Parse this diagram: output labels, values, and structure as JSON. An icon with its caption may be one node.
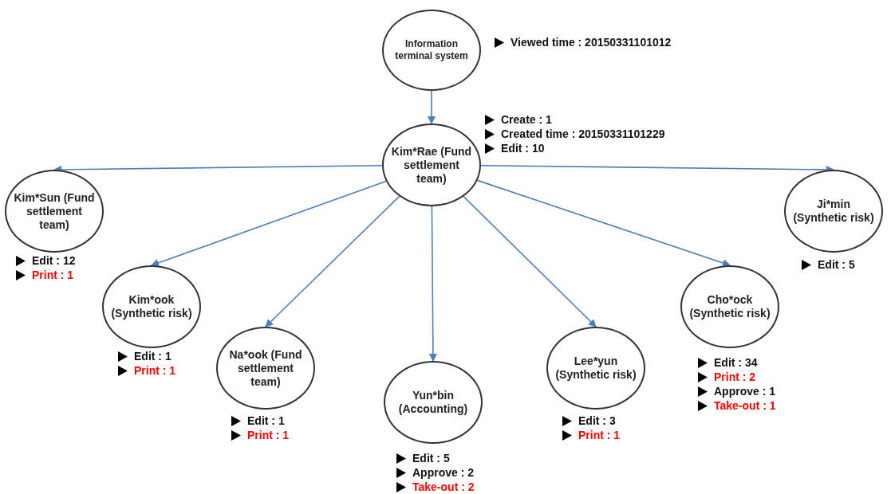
{
  "diagram": {
    "nodes": [
      {
        "text": [
          "Information terminal system"
        ],
        "beside": [
          "Viewed time : 20150331101012"
        ]
      },
      {
        "text": [
          "Kim*Rae (Fund settlement team)"
        ],
        "beside": [
          "Create : 1",
          "Created time : 20150331101229",
          "Edit : 10"
        ]
      },
      {
        "text": [
          "Kim*Sun (Fund settlement team)"
        ],
        "beside": [
          "Edit : 12",
          "Print : 1"
        ]
      },
      {
        "text": [
          "Kim*ook (Synthetic risk)"
        ],
        "beside": [
          "Edit : 1",
          "Print : 1"
        ]
      },
      {
        "text": [
          "Na*ook (Fund settlement team)"
        ],
        "beside": [
          "Edit : 1",
          "Print : 1"
        ]
      },
      {
        "text": [
          "Yun*bin (Accounting)"
        ],
        "beside": [
          "Edit : 5",
          "Approve : 2",
          "Take-out : 2"
        ]
      },
      {
        "text": [
          "Lee*yun (Synthetic risk)"
        ],
        "beside": [
          "Edit : 3",
          "Print : 1"
        ]
      },
      {
        "text": [
          "Cho*ock (Synthetic risk)"
        ],
        "beside": [
          "Edit : 34",
          "Print : 2",
          "Approve : 1",
          "Take-out : 1"
        ]
      },
      {
        "text": [
          "Ji*min (Synthetic risk)"
        ],
        "beside": [
          "Edit : 5"
        ]
      }
    ],
    "edges": [
      {
        "from": 0,
        "to": 1,
        "arrow": "to"
      },
      {
        "from": 1,
        "to": 2,
        "arrow": "to"
      },
      {
        "from": 1,
        "to": 3,
        "arrow": "to"
      },
      {
        "from": 1,
        "to": 4,
        "arrow": "to"
      },
      {
        "from": 1,
        "to": 5,
        "arrow": "to"
      },
      {
        "from": 1,
        "to": 6,
        "arrow": "to"
      },
      {
        "from": 1,
        "to": 7,
        "arrow": "to"
      },
      {
        "from": 1,
        "to": 8,
        "arrow": "to"
      }
    ]
  }
}
